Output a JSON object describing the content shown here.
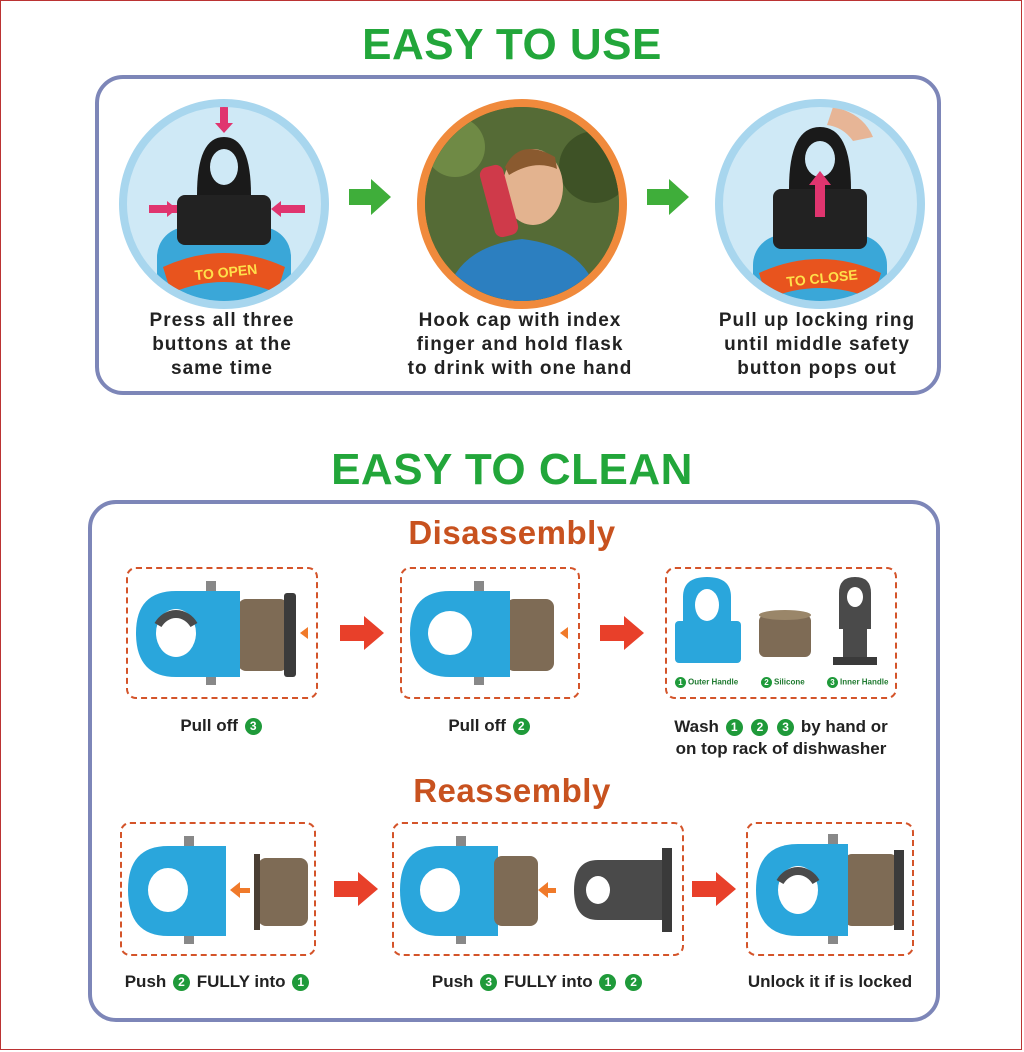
{
  "use": {
    "title": "EASY TO USE",
    "step1": {
      "badge": "TO OPEN",
      "line1": "Press all three",
      "line2": "buttons at the",
      "line3": "same time"
    },
    "step2": {
      "line1": "Hook cap with index",
      "line2": "finger and hold flask",
      "line3": "to drink with one hand"
    },
    "step3": {
      "badge": "TO CLOSE",
      "line1": "Pull up locking ring",
      "line2": "until middle safety",
      "line3": "button pops out"
    }
  },
  "clean": {
    "title": "EASY TO CLEAN",
    "disassembly": {
      "title": "Disassembly",
      "step1": {
        "text": "Pull off",
        "num": "3"
      },
      "step2": {
        "text": "Pull off",
        "num": "2"
      },
      "step3": {
        "pre": "Wash",
        "n1": "1",
        "n2": "2",
        "n3": "3",
        "post": "by hand or",
        "line2": "on top rack of dishwasher",
        "part1": "Outer Handle",
        "part2": "Silicone",
        "part3": "Inner Handle",
        "p1": "1",
        "p2": "2",
        "p3": "3"
      }
    },
    "reassembly": {
      "title": "Reassembly",
      "step1": {
        "pre": "Push",
        "n1": "2",
        "mid": "FULLY into",
        "n2": "1"
      },
      "step2": {
        "pre": "Push",
        "n1": "3",
        "mid": "FULLY into",
        "n2": "1",
        "n3": "2"
      },
      "step3": {
        "text": "Unlock it if is locked"
      }
    }
  },
  "colors": {
    "green": "#22a63a",
    "orange": "#c8521f",
    "cap_blue": "#2aa6dc",
    "silicone": "#7e6b55",
    "inner": "#4a4a4a",
    "arrow_red": "#e8402a"
  }
}
